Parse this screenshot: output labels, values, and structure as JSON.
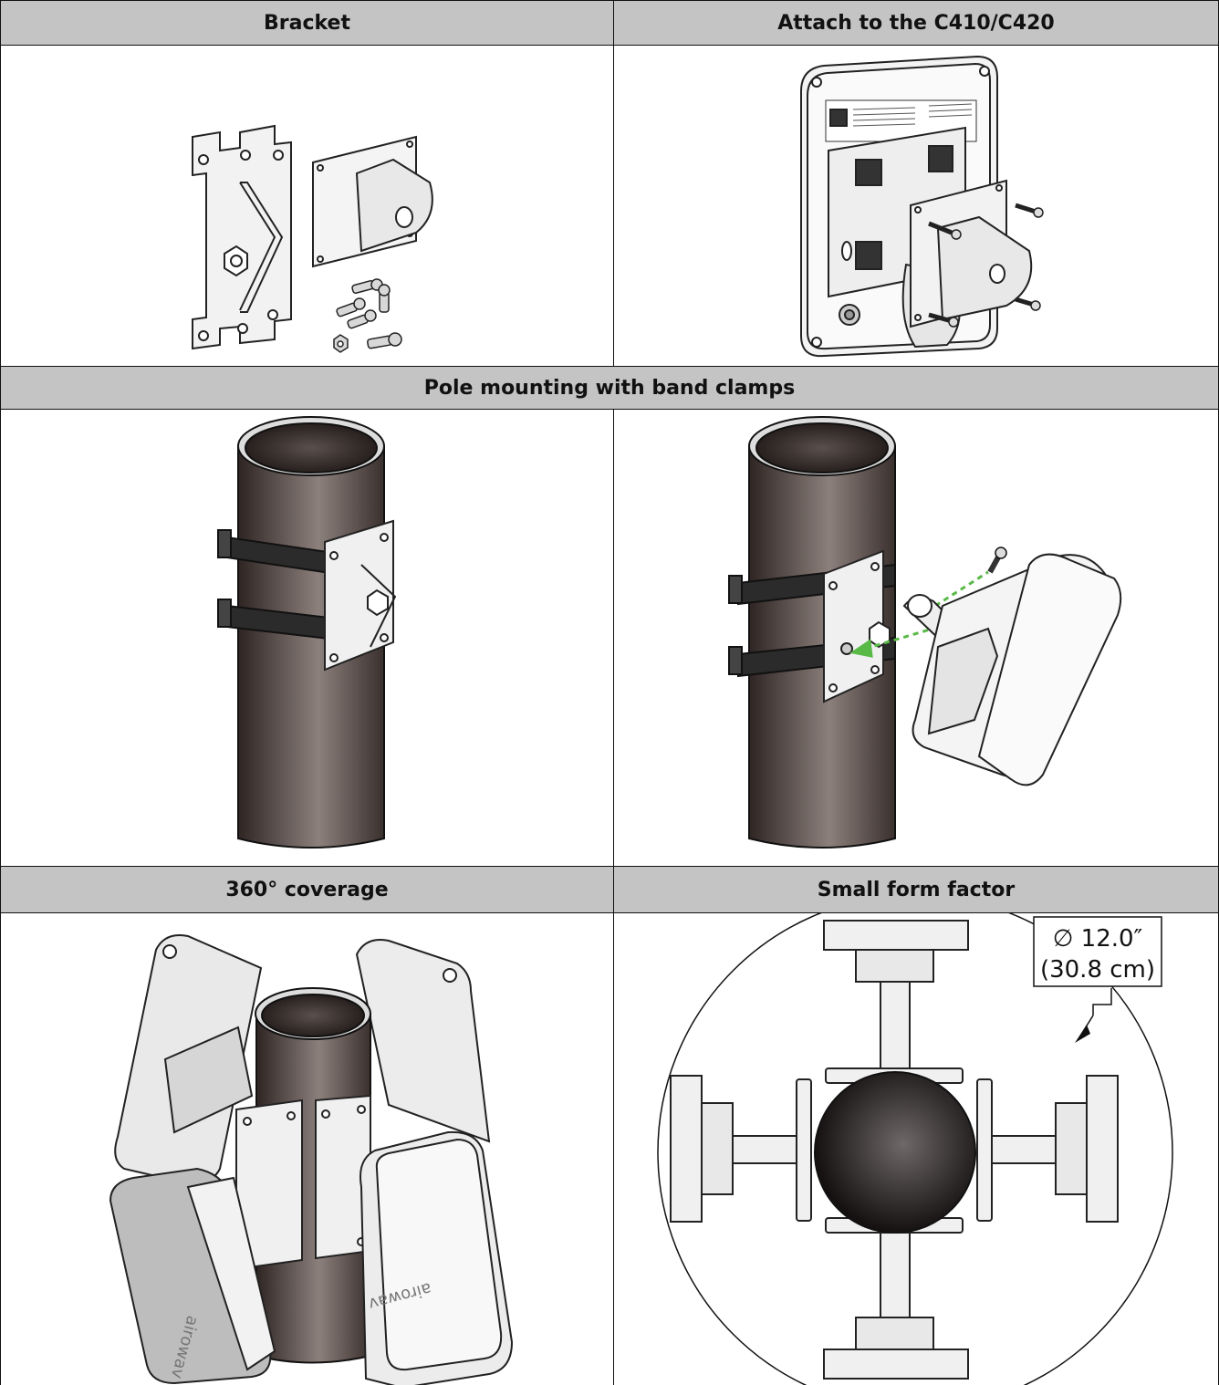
{
  "table": {
    "headers": {
      "bracket": "Bracket",
      "attach": "Attach to the C410/C420",
      "pole": "Pole mounting with band clamps",
      "coverage": "360° coverage",
      "small": "Small form factor"
    }
  },
  "dimension": {
    "line1": "∅ 12.0″",
    "line2": "(30.8 cm)"
  },
  "brand": {
    "logo_text": "airowav"
  },
  "colors": {
    "header_bg": "#c4c4c4",
    "border": "#111111",
    "pole_dark": "#3b302e",
    "pole_light": "#8a7d79",
    "guide_green": "#58b947"
  }
}
